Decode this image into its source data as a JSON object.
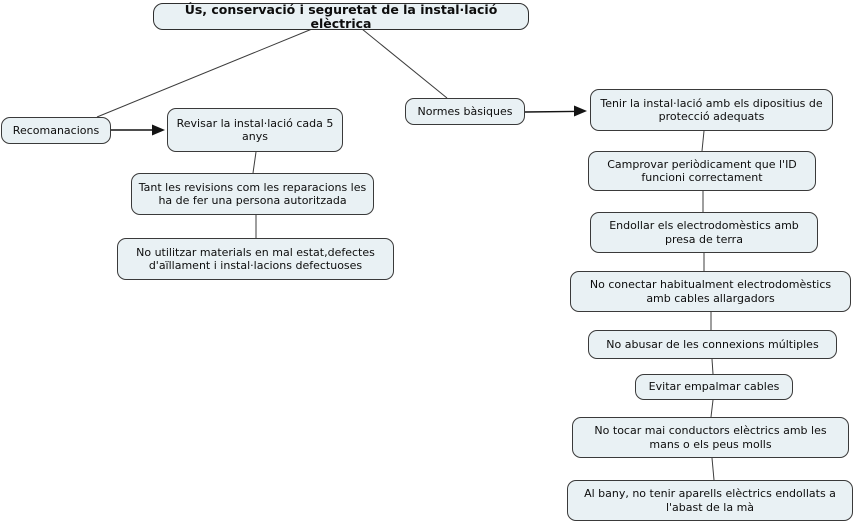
{
  "map": {
    "title": "Ús, conservació i seguretat de la instal·lació elèctrica",
    "branches": {
      "left": {
        "label": "Recomanacions",
        "chain": [
          "Revisar la instal·lació cada 5 anys",
          "Tant les revisions com les reparacions les ha de fer una persona autoritzada",
          "No utilitzar materials en mal estat,defectes d'aïllament i instal·lacions defectuoses"
        ]
      },
      "right": {
        "label": "Normes bàsiques",
        "chain": [
          "Tenir la instal·lació amb els dipositius de protecció adequats",
          "Camprovar periòdicament que l'ID funcioni correctament",
          "Endollar els electrodomèstics amb presa de terra",
          "No conectar habitualment electrodomèstics amb cables allargadors",
          "No abusar de les connexions múltiples",
          "Evitar empalmar cables",
          "No tocar mai conductors elèctrics amb les mans o els peus molls",
          "Al bany, no tenir aparells elèctrics endollats a l'abast de la mà"
        ]
      }
    },
    "colors": {
      "node_fill": "#e9f1f4",
      "node_border": "#3a3a3a",
      "connector": "#3c3c3c",
      "background": "#ffffff"
    }
  }
}
